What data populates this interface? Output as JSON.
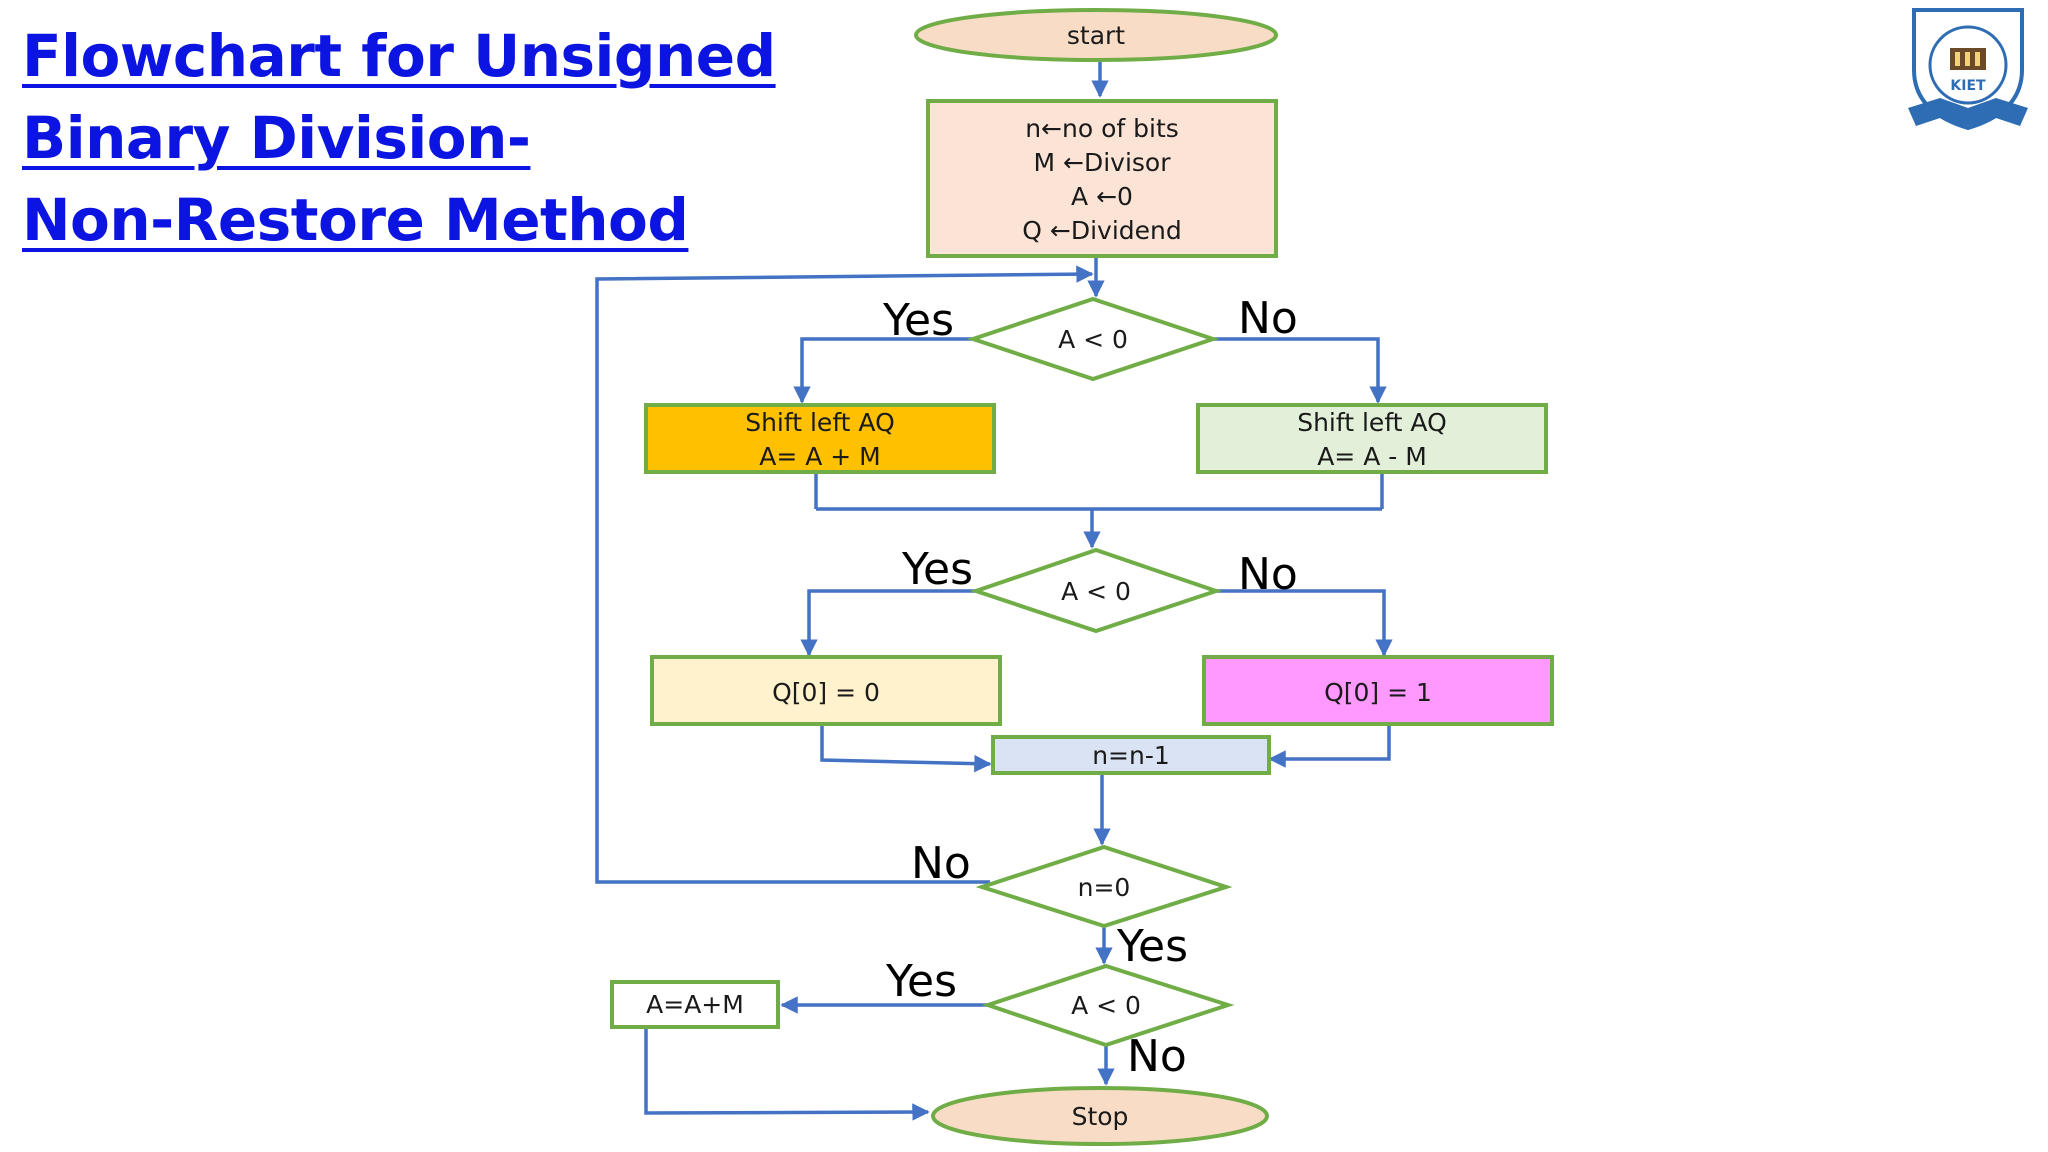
{
  "title": {
    "line1": "Flowchart for Unsigned",
    "line2": "Binary Division-",
    "line3": "Non-Restore Method"
  },
  "logo": {
    "name": "KIET logo",
    "text": "KIET"
  },
  "colors": {
    "connector": "#4472c4",
    "border": "#70ad47",
    "terminal_fill": "#f8dcc6",
    "init_fill": "#fbe3d5",
    "add_fill": "#ffc000",
    "subtract_fill": "#e2efd9",
    "q0_fill": "#fff2cc",
    "q1_fill": "#ff99ff",
    "decrement_fill": "#dae3f3",
    "title": "#0b14e0"
  },
  "nodes": {
    "start": "start",
    "init": [
      "n←no of bits",
      "M ←Divisor",
      "A ←0",
      "Q ←Dividend"
    ],
    "decision1": "A < 0",
    "shift_add": [
      "Shift left AQ",
      "A= A + M"
    ],
    "shift_sub": [
      "Shift left AQ",
      "A= A - M"
    ],
    "decision2": "A < 0",
    "q0": "Q[0] = 0",
    "q1": "Q[0] = 1",
    "decrement": "n=n-1",
    "decision3": "n=0",
    "decision4": "A < 0",
    "restore": "A=A+M",
    "stop": "Stop"
  },
  "branches": {
    "d1_yes": "Yes",
    "d1_no": "No",
    "d2_yes": "Yes",
    "d2_no": "No",
    "d3_no": "No",
    "d3_yes": "Yes",
    "d4_yes": "Yes",
    "d4_no": "No"
  }
}
